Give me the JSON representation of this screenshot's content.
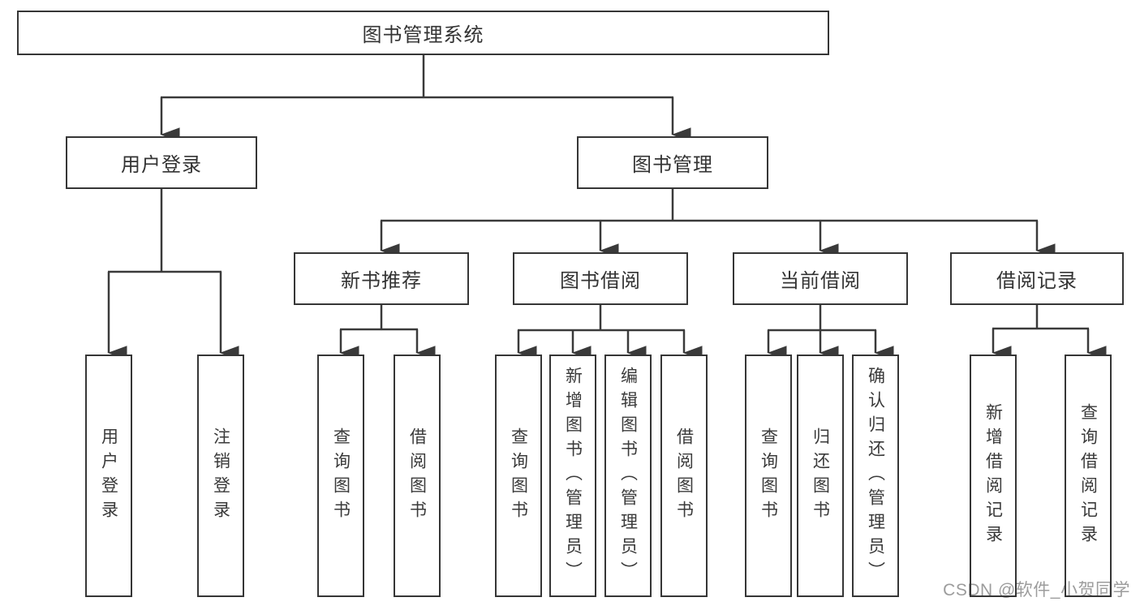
{
  "tree": {
    "root": {
      "label": "图书管理系统"
    },
    "branches": [
      {
        "label": "用户登录",
        "children": [
          {
            "label": "用户登录"
          },
          {
            "label": "注销登录"
          }
        ]
      },
      {
        "label": "图书管理",
        "children": [
          {
            "label": "新书推荐",
            "children": [
              {
                "label": "查询图书"
              },
              {
                "label": "借阅图书"
              }
            ]
          },
          {
            "label": "图书借阅",
            "children": [
              {
                "label": "查询图书"
              },
              {
                "label": "新增图书（管理员）"
              },
              {
                "label": "编辑图书（管理员）"
              },
              {
                "label": "借阅图书"
              }
            ]
          },
          {
            "label": "当前借阅",
            "children": [
              {
                "label": "查询图书"
              },
              {
                "label": "归还图书"
              },
              {
                "label": "确认归还（管理员）"
              }
            ]
          },
          {
            "label": "借阅记录",
            "children": [
              {
                "label": "新增借阅记录"
              },
              {
                "label": "查询借阅记录"
              }
            ]
          }
        ]
      }
    ]
  },
  "watermark": {
    "text": "CSDN @软件_小贺同学"
  },
  "colors": {
    "line": "#3a3a3a",
    "box_border": "#363636",
    "text": "#333333",
    "watermark": "#9c9c9c",
    "background": "#ffffff"
  }
}
